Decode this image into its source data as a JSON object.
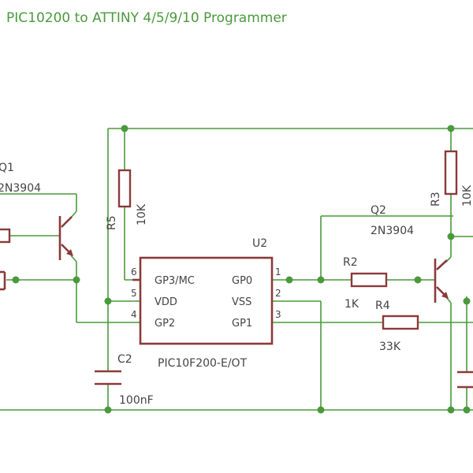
{
  "title": "PIC10200 to ATTINY 4/5/9/10 Programmer",
  "colors": {
    "wire": "#4a9a3c",
    "part": "#8b3a3a",
    "text": "#444444"
  },
  "q1": {
    "name": "Q1",
    "type": "2N3904"
  },
  "q2": {
    "name": "Q2",
    "type": "2N3904"
  },
  "r5": {
    "name": "R5",
    "value": "10K"
  },
  "r3": {
    "name": "R3",
    "value": "10K"
  },
  "r2": {
    "name": "R2",
    "value": "1K"
  },
  "r4": {
    "name": "R4",
    "value": "33K"
  },
  "c2": {
    "name": "C2",
    "value": "100nF"
  },
  "u2": {
    "name": "U2",
    "part": "PIC10F200-E/OT",
    "pins_left": [
      {
        "num": "6",
        "name": "GP3/MC"
      },
      {
        "num": "5",
        "name": "VDD"
      },
      {
        "num": "4",
        "name": "GP2"
      }
    ],
    "pins_right": [
      {
        "num": "1",
        "name": "GP0"
      },
      {
        "num": "2",
        "name": "VSS"
      },
      {
        "num": "3",
        "name": "GP1"
      }
    ]
  }
}
